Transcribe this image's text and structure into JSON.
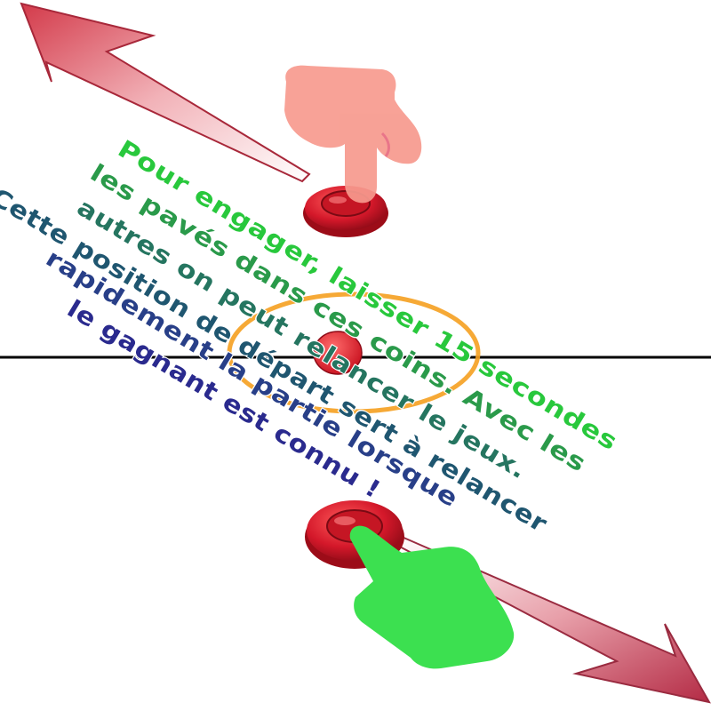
{
  "instructions": {
    "lines": [
      "Pour engager, laisser 15 secondes",
      "les pavés dans ces coins. Avec les",
      "autres on peut relancer le jeux.",
      "Cette position de départ sert à relancer",
      "rapidement la partie lorsque",
      "le gagnant est connu !"
    ],
    "colors": [
      "#28c83c",
      "#2a9a4a",
      "#257560",
      "#1f5670",
      "#283f88",
      "#2a2a8e"
    ]
  },
  "colors": {
    "field_line": "#000000",
    "puck": "#d4182a",
    "target_ring": "#f5a020",
    "top_hand": "#f79a8e",
    "bottom_hand": "#3ce050",
    "arrow_light": "#f6cccf",
    "arrow_dark": "#c63a4a"
  },
  "icons": {
    "top_hand": "pointing-hand-icon",
    "bottom_hand": "pointing-hand-icon",
    "arrows": "diagonal-arrow-icon"
  }
}
